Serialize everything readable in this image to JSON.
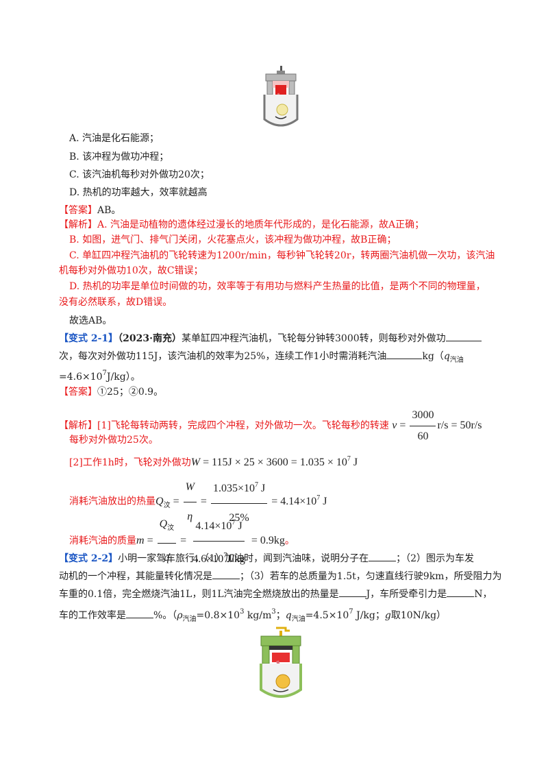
{
  "question1": {
    "options": [
      "A. 汽油是化石能源；",
      "B. 该冲程为做功冲程；",
      "C. 该汽油机每秒对外做功20次；",
      "D. 热机的功率越大，效率就越高"
    ],
    "answer_tag": "【答案】",
    "answer_text": "AB。",
    "analysis_tag": "【解析】",
    "analysis_lines": [
      "A. 汽油是动植物的遗体经过漫长的地质年代形成的，是化石能源，故A正确；",
      "B. 如图，进气门、排气门关闭，火花塞点火，该冲程为做功冲程，故B正确；",
      "C. 单缸四冲程汽油机的飞轮转速为1200r/min，每秒钟飞轮转20r，转两圈汽油机做一次功，该汽油",
      "机每秒对外做功10次，故C错误；",
      "D. 热机的功率是单位时间做的功，效率等于有用功与燃料产生热量的比值，是两个不同的物理量，",
      "没有必然联系，故D错误。"
    ],
    "conclusion": "故选AB。"
  },
  "variant21": {
    "tag": "【变式 2-1】",
    "source": "（2023·南充）",
    "line1": "某单缸四冲程汽油机，飞轮每分钟转3000转，则每秒对外做功",
    "line2a": "次，每次对外做功115J，该汽油机的效率为25%，连续工作1小时需消耗汽油",
    "line2b": "kg（",
    "q_symbol": "q",
    "q_sub": "汽油",
    "line3a": "=4.6×10",
    "line3_exp": "7",
    "line3b": "J/kg）。",
    "answer_tag": "【答案】",
    "answer_text": "①25；②0.9。",
    "analysis_tag": "【解析】",
    "analysis_p1": "[1]飞轮每转动两转，完成四个冲程，对外做功一次。飞轮每秒的转速",
    "eq1": {
      "lhs": "v",
      "num": "3000",
      "den": "60",
      "unit": "r/s",
      "rhs": "= 50r/s"
    },
    "analysis_p2": "每秒对外做功25次。",
    "analysis_p3": "[2]工作1h时，飞轮对外做功",
    "eq2": {
      "lhs": "W",
      "rhs": "= 115J × 25 × 3600 = 1.035 × 10",
      "exp": "7",
      "unit": " J"
    },
    "analysis_p4": "消耗汽油放出的热量",
    "eq3": {
      "lhs": "Q",
      "lhs_sub": "汶",
      "num1": "W",
      "den1": "η",
      "num2": "1.035×10",
      "num2_exp": "7",
      "num2_unit": " J",
      "den2": "25%",
      "rhs": "= 4.14×10",
      "rhs_exp": "7",
      "rhs_unit": " J"
    },
    "analysis_p5": "消耗汽油的质量",
    "eq4": {
      "lhs": "m",
      "num1": "Q",
      "num1_sub": "汶",
      "den1": "q",
      "num2": "4.14×10",
      "num2_exp": "7",
      "num2_unit": " J",
      "den2": "4.6×10",
      "den2_exp": "7",
      "den2_unit": "J/kg",
      "rhs": "= 0.9kg",
      "end": "。"
    }
  },
  "variant22": {
    "tag": "【变式 2-2】",
    "line1a": "小明一家驾车旅行，（1）加油时，闻到汽油味，说明分子在",
    "line1b": "；（2）图示为车发",
    "line2a": "动机的一个冲程，其能量转化情况是",
    "line2b": "；（3）若车的总质量为1.5t，匀速直线行驶9km，所受阻力为",
    "line3a": "车重的0.1倍，完全燃烧汽油1L，则1L汽油完全燃烧放出的热量是",
    "line3b": "J，车所受牵引力是",
    "line3c": "N，",
    "line4a": "车的工作效率是",
    "line4b": "%。（",
    "rho": "ρ",
    "rho_sub": "汽油",
    "line4c": "=0.8×10",
    "line4_exp1": "3",
    "line4d": " kg/m",
    "line4_exp2": "3",
    "line4e": "；",
    "q": "q",
    "q_sub": "汽油",
    "line4f": "=4.5×10",
    "line4_exp3": "7",
    "line4g": " J/kg；",
    "g": "g",
    "line4h": "取10N/kg）"
  },
  "colors": {
    "red": "#e8191b",
    "blue": "#1b56c4"
  }
}
